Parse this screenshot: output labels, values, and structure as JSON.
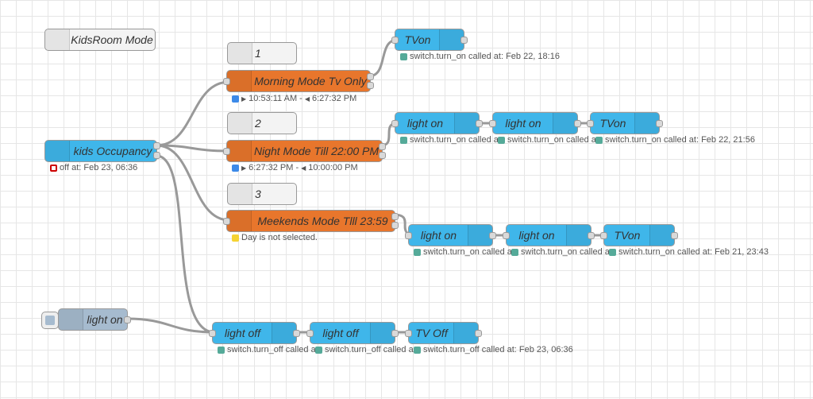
{
  "colors": {
    "function_node": "#3fb6ea",
    "time_node": "#e8762c",
    "comment_node": "#f3f3f3",
    "inject_node": "#a6bbcf"
  },
  "comments": {
    "title": "KidsRoom Mode",
    "c1": "1",
    "c2": "2",
    "c3": "3"
  },
  "trigger": {
    "label": "kids Occupancy",
    "status": "off at: Feb 23, 06:36"
  },
  "morning": {
    "label": "Morning Mode Tv Only",
    "start": "10:53:11 AM -",
    "end": "6:27:32 PM"
  },
  "night": {
    "label": "Night Mode Till 22:00 PM",
    "start": "6:27:32 PM -",
    "end": "10:00:00 PM"
  },
  "weekend": {
    "label": "Meekends Mode Tlll 23:59",
    "status": "Day is not selected."
  },
  "tv1": {
    "label": "TVon",
    "status": "switch.turn_on called at: Feb 22, 18:16"
  },
  "row2": {
    "n1": {
      "label": "light on",
      "status": "switch.turn_on called a"
    },
    "n2": {
      "label": "light on",
      "status": "switch.turn_on called a"
    },
    "n3": {
      "label": "TVon",
      "status": "switch.turn_on called at: Feb 22, 21:56"
    }
  },
  "row3": {
    "n1": {
      "label": "light on",
      "status": "switch.turn_on called a"
    },
    "n2": {
      "label": "light on",
      "status": "switch.turn_on called a"
    },
    "n3": {
      "label": "TVon",
      "status": "switch.turn_on called at: Feb 21, 23:43"
    }
  },
  "inject": {
    "label": "light on"
  },
  "off_row": {
    "n1": {
      "label": "light off",
      "status": "switch.turn_off called a"
    },
    "n2": {
      "label": "light off",
      "status": "switch.turn_off called a"
    },
    "n3": {
      "label": "TV Off",
      "status": "switch.turn_off called at: Feb 23, 06:36"
    }
  }
}
